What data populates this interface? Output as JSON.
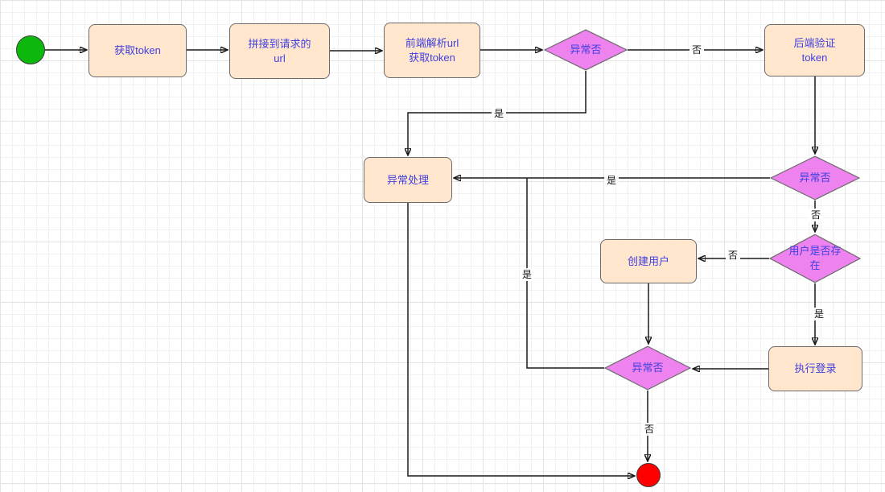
{
  "diagram_title": "token-login-flowchart",
  "nodes": {
    "start": {
      "type": "start-state"
    },
    "get_token": {
      "label": "获取token"
    },
    "build_url": {
      "label": "拼接到请求的\nurl"
    },
    "parse_url": {
      "label": "前端解析url\n获取token"
    },
    "exception_check_1": {
      "label": "异常否"
    },
    "backend_verify": {
      "label": "后端验证\ntoken"
    },
    "exception_check_2": {
      "label": "异常否"
    },
    "error_handle": {
      "label": "异常处理"
    },
    "user_exists": {
      "label": "用户是否存\n在"
    },
    "create_user": {
      "label": "创建用户"
    },
    "do_login": {
      "label": "执行登录"
    },
    "exception_check_3": {
      "label": "异常否"
    },
    "end": {
      "type": "end-state"
    }
  },
  "edge_labels": {
    "token_check_no": "否",
    "token_check_yes": "是",
    "backend_check_yes": "是",
    "backend_check_no": "否",
    "user_exists_no": "否",
    "user_exists_yes": "是",
    "final_check_yes": "是",
    "final_check_no": "否"
  },
  "colors": {
    "process_fill": "#FFE6CC",
    "process_border": "#6B6B6B",
    "decision_fill": "#EE82EE",
    "start_fill": "#0DB80D",
    "end_fill": "#FF0000",
    "node_text": "#4040E0",
    "connector": "#1A1A1A",
    "grid": "#E3E3E3"
  }
}
